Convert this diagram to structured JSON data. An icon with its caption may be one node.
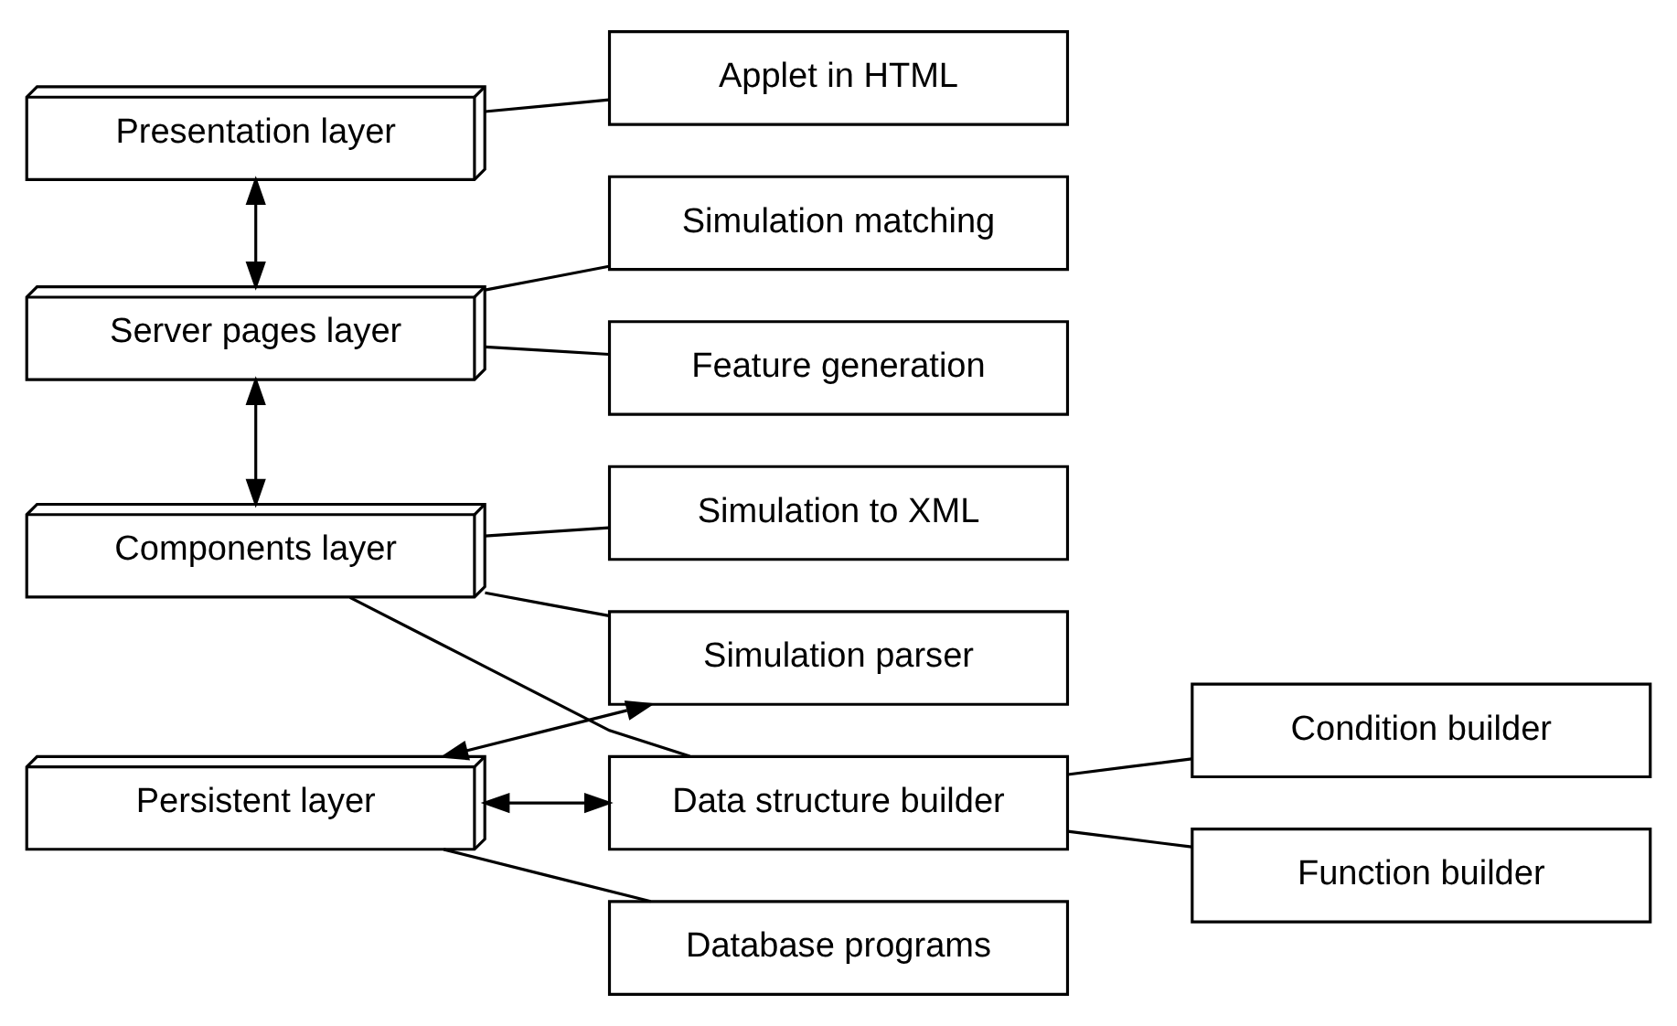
{
  "diagram": {
    "nodes": [
      {
        "text": [
          "Presentation layer"
        ]
      },
      {
        "text": [
          "Applet in HTML"
        ]
      },
      {
        "text": [
          "Server pages layer"
        ]
      },
      {
        "text": [
          "Feature generation"
        ]
      },
      {
        "text": [
          "Simulation matching"
        ]
      },
      {
        "text": [
          "Components layer"
        ]
      },
      {
        "text": [
          "Simulation to XML"
        ]
      },
      {
        "text": [
          "Data structure builder"
        ]
      },
      {
        "text": [
          "Condition builder"
        ]
      },
      {
        "text": [
          "Function builder"
        ]
      },
      {
        "text": [
          "Simulation parser"
        ]
      },
      {
        "text": [
          "Persistent layer"
        ]
      },
      {
        "text": [
          "Database programs"
        ]
      }
    ],
    "edges": [
      {
        "from": 0,
        "to": 1,
        "arrow": "none"
      },
      {
        "from": 0,
        "to": 2,
        "arrow": "both"
      },
      {
        "from": 2,
        "to": 3,
        "arrow": "none"
      },
      {
        "from": 2,
        "to": 4,
        "arrow": "none"
      },
      {
        "from": 2,
        "to": 5,
        "arrow": "both"
      },
      {
        "from": 5,
        "to": 6,
        "arrow": "none"
      },
      {
        "from": 5,
        "to": 7,
        "arrow": "none"
      },
      {
        "from": 5,
        "to": 10,
        "arrow": "none"
      },
      {
        "from": 7,
        "to": 8,
        "arrow": "none"
      },
      {
        "from": 7,
        "to": 9,
        "arrow": "none"
      },
      {
        "from": 11,
        "to": 7,
        "arrow": "both"
      },
      {
        "from": 11,
        "to": 10,
        "arrow": "both"
      },
      {
        "from": 11,
        "to": 12,
        "arrow": "none"
      }
    ]
  }
}
